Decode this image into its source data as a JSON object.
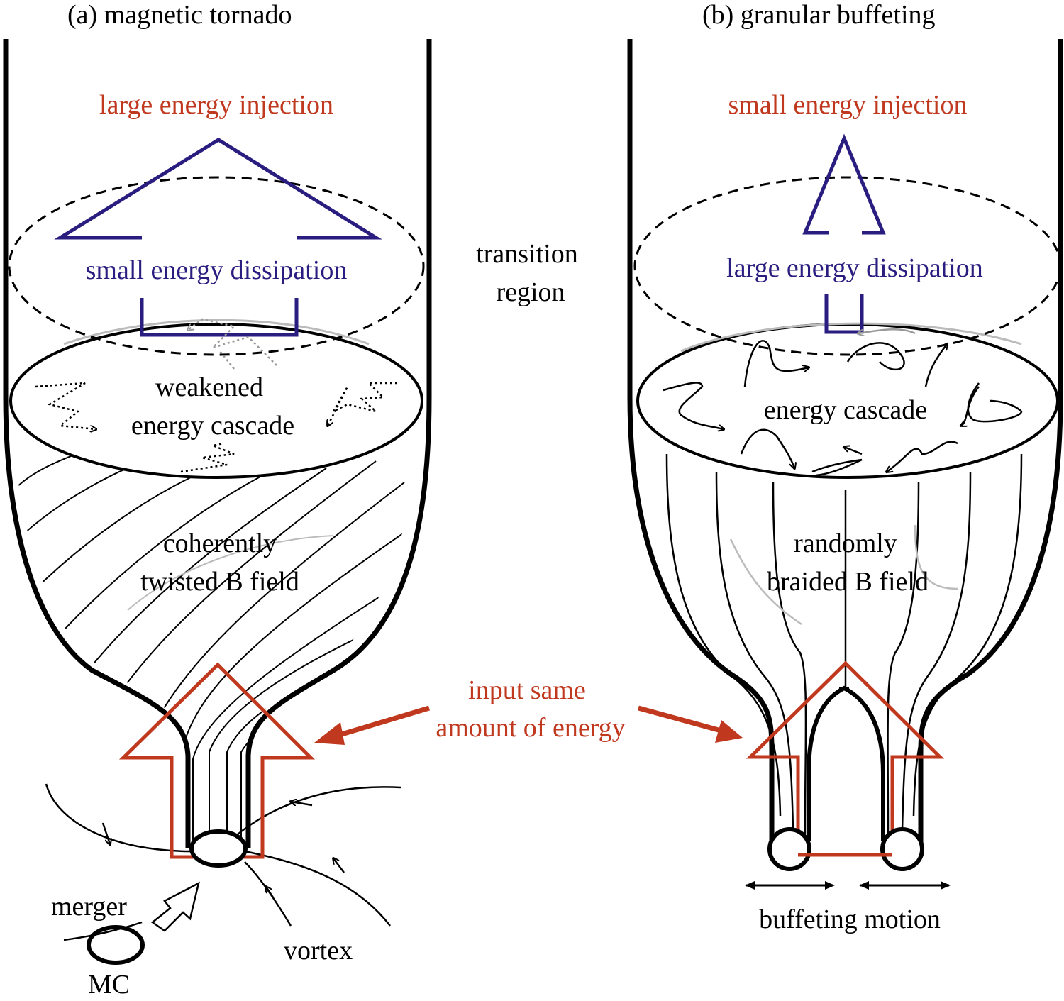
{
  "colors": {
    "red": "#c0391f",
    "blue": "#2a1d80",
    "black": "#000000",
    "gray": "#bbbbbb"
  },
  "panel_a": {
    "title": "(a) magnetic tornado",
    "injection": "large energy injection",
    "dissipation": "small energy dissipation",
    "cascade_line1": "weakened",
    "cascade_line2": "energy cascade",
    "field_line1": "coherently",
    "field_line2": "twisted B field",
    "merger": "merger",
    "mc": "MC",
    "vortex": "vortex"
  },
  "panel_b": {
    "title": "(b) granular buffeting",
    "injection": "small energy injection",
    "dissipation": "large energy dissipation",
    "cascade": "energy cascade",
    "field_line1": "randomly",
    "field_line2": "braided B field",
    "motion": "buffeting motion"
  },
  "center": {
    "region_line1": "transition",
    "region_line2": "region",
    "input_line1": "input same",
    "input_line2": "amount of energy"
  }
}
